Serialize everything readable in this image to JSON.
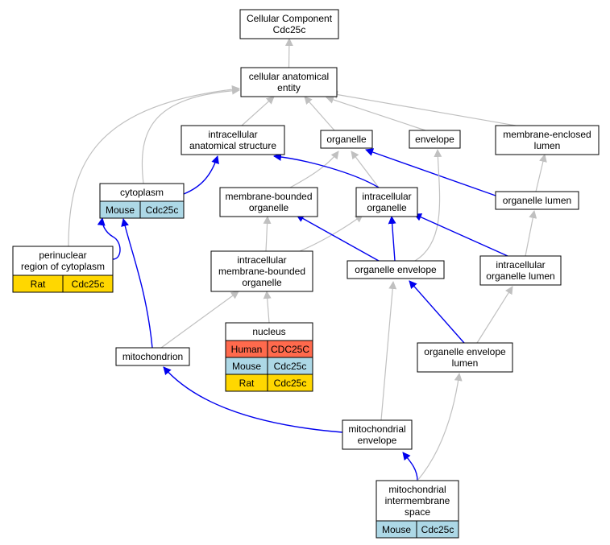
{
  "diagram": {
    "colors": {
      "is_a_edge": "#c0c0c0",
      "part_of_edge": "#0000ee",
      "node_border": "#000000",
      "node_fill": "#ffffff",
      "Human": "#ff6a4d",
      "Mouse": "#add8e6",
      "Rat": "#ffd700"
    },
    "nodes": [
      {
        "id": "root",
        "lines": [
          "Cellular Component",
          "Cdc25c"
        ],
        "annotations": []
      },
      {
        "id": "cae",
        "lines": [
          "cellular anatomical",
          "entity"
        ],
        "annotations": []
      },
      {
        "id": "ias",
        "lines": [
          "intracellular",
          "anatomical structure"
        ],
        "annotations": []
      },
      {
        "id": "org",
        "lines": [
          "organelle"
        ],
        "annotations": []
      },
      {
        "id": "env",
        "lines": [
          "envelope"
        ],
        "annotations": []
      },
      {
        "id": "mel",
        "lines": [
          "membrane-enclosed",
          "lumen"
        ],
        "annotations": []
      },
      {
        "id": "cyto",
        "lines": [
          "cytoplasm"
        ],
        "annotations": [
          {
            "species": "Mouse",
            "gene": "Cdc25c"
          }
        ]
      },
      {
        "id": "mbo",
        "lines": [
          "membrane-bounded",
          "organelle"
        ],
        "annotations": []
      },
      {
        "id": "io",
        "lines": [
          "intracellular",
          "organelle"
        ],
        "annotations": []
      },
      {
        "id": "ol",
        "lines": [
          "organelle lumen"
        ],
        "annotations": []
      },
      {
        "id": "peri",
        "lines": [
          "perinuclear",
          "region of cytoplasm"
        ],
        "annotations": [
          {
            "species": "Rat",
            "gene": "Cdc25c"
          }
        ]
      },
      {
        "id": "imbo",
        "lines": [
          "intracellular",
          "membrane-bounded",
          "organelle"
        ],
        "annotations": []
      },
      {
        "id": "oe",
        "lines": [
          "organelle envelope"
        ],
        "annotations": []
      },
      {
        "id": "iol",
        "lines": [
          "intracellular",
          "organelle lumen"
        ],
        "annotations": []
      },
      {
        "id": "nuc",
        "lines": [
          "nucleus"
        ],
        "annotations": [
          {
            "species": "Human",
            "gene": "CDC25C"
          },
          {
            "species": "Mouse",
            "gene": "Cdc25c"
          },
          {
            "species": "Rat",
            "gene": "Cdc25c"
          }
        ]
      },
      {
        "id": "mito",
        "lines": [
          "mitochondrion"
        ],
        "annotations": []
      },
      {
        "id": "oel",
        "lines": [
          "organelle envelope",
          "lumen"
        ],
        "annotations": []
      },
      {
        "id": "menv",
        "lines": [
          "mitochondrial",
          "envelope"
        ],
        "annotations": []
      },
      {
        "id": "mis",
        "lines": [
          "mitochondrial",
          "intermembrane",
          "space"
        ],
        "annotations": [
          {
            "species": "Mouse",
            "gene": "Cdc25c"
          }
        ]
      }
    ],
    "edges": [
      {
        "from": "cae",
        "to": "root",
        "type": "is_a"
      },
      {
        "from": "ias",
        "to": "cae",
        "type": "is_a"
      },
      {
        "from": "org",
        "to": "cae",
        "type": "is_a"
      },
      {
        "from": "env",
        "to": "cae",
        "type": "is_a"
      },
      {
        "from": "mel",
        "to": "cae",
        "type": "is_a"
      },
      {
        "from": "cyto",
        "to": "cae",
        "type": "is_a"
      },
      {
        "from": "peri",
        "to": "cae",
        "type": "is_a"
      },
      {
        "from": "cyto",
        "to": "ias",
        "type": "part_of"
      },
      {
        "from": "mbo",
        "to": "org",
        "type": "is_a"
      },
      {
        "from": "io",
        "to": "org",
        "type": "is_a"
      },
      {
        "from": "io",
        "to": "ias",
        "type": "part_of"
      },
      {
        "from": "ol",
        "to": "org",
        "type": "part_of"
      },
      {
        "from": "ol",
        "to": "mel",
        "type": "is_a"
      },
      {
        "from": "peri",
        "to": "cyto",
        "type": "part_of"
      },
      {
        "from": "imbo",
        "to": "mbo",
        "type": "is_a"
      },
      {
        "from": "imbo",
        "to": "io",
        "type": "is_a"
      },
      {
        "from": "oe",
        "to": "mbo",
        "type": "part_of"
      },
      {
        "from": "oe",
        "to": "io",
        "type": "part_of"
      },
      {
        "from": "oe",
        "to": "env",
        "type": "is_a"
      },
      {
        "from": "iol",
        "to": "io",
        "type": "part_of"
      },
      {
        "from": "iol",
        "to": "ol",
        "type": "is_a"
      },
      {
        "from": "nuc",
        "to": "imbo",
        "type": "is_a"
      },
      {
        "from": "mito",
        "to": "imbo",
        "type": "is_a"
      },
      {
        "from": "mito",
        "to": "cyto",
        "type": "part_of"
      },
      {
        "from": "oel",
        "to": "oe",
        "type": "part_of"
      },
      {
        "from": "oel",
        "to": "iol",
        "type": "is_a"
      },
      {
        "from": "menv",
        "to": "oe",
        "type": "is_a"
      },
      {
        "from": "menv",
        "to": "mito",
        "type": "part_of"
      },
      {
        "from": "mis",
        "to": "menv",
        "type": "part_of"
      },
      {
        "from": "mis",
        "to": "oel",
        "type": "is_a"
      }
    ]
  }
}
